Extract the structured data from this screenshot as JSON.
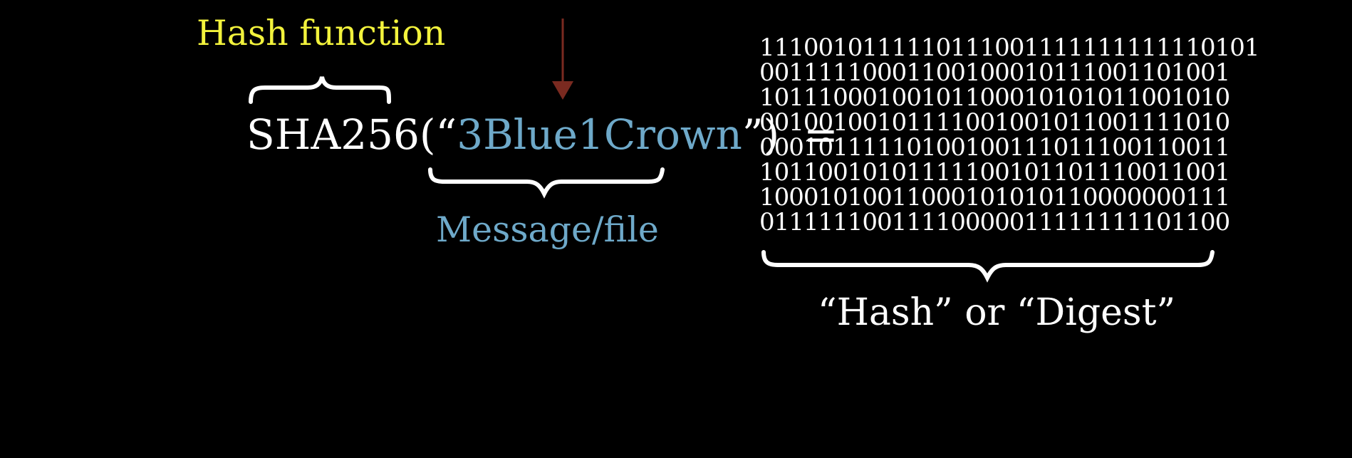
{
  "colors": {
    "background": "#000000",
    "function_label": "#f2f23c",
    "message": "#6ea9c9",
    "text": "#ffffff",
    "arrow": "#7a2a20"
  },
  "labels": {
    "hash_function": "Hash function",
    "function_name": "SHA256",
    "open_paren_quote": "(“",
    "message": "3Blue1Crown",
    "close_quote_paren": "”)",
    "equals": "=",
    "message_file": "Message/file",
    "hash_or_digest": "“Hash” or “Digest”"
  },
  "digest_rows": [
    "1110010111110111001111111111110101",
    "0011111000110010001011100110100 1",
    "1011100010010110001010101100101 0",
    "0010010010111100100101100111101 0",
    "0001011111010010011101110011001 1",
    "1011001010111110010110111001100 1",
    "1000101001100010101011000000011 1",
    "0111111001111000001111111110110 0"
  ]
}
